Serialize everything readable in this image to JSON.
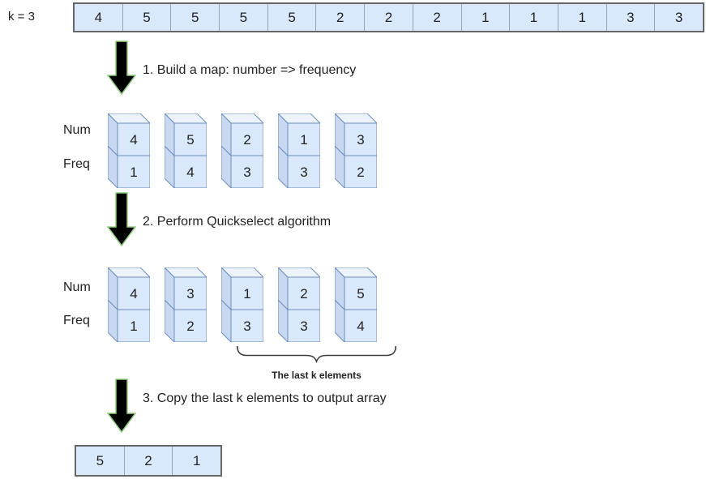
{
  "k_label": "k = 3",
  "input_array": [
    "4",
    "5",
    "5",
    "5",
    "5",
    "2",
    "2",
    "2",
    "1",
    "1",
    "1",
    "3",
    "3"
  ],
  "row_labels": {
    "num": "Num",
    "freq": "Freq"
  },
  "steps": {
    "step1": "1. Build a map: number => frequency",
    "step2": "2. Perform Quickselect algorithm",
    "step3": "3. Copy the last k elements to output array"
  },
  "map1": {
    "pairs": [
      {
        "num": "4",
        "freq": "1"
      },
      {
        "num": "5",
        "freq": "4"
      },
      {
        "num": "2",
        "freq": "3"
      },
      {
        "num": "1",
        "freq": "3"
      },
      {
        "num": "3",
        "freq": "2"
      }
    ]
  },
  "map2": {
    "pairs": [
      {
        "num": "4",
        "freq": "1"
      },
      {
        "num": "3",
        "freq": "2"
      },
      {
        "num": "1",
        "freq": "3"
      },
      {
        "num": "2",
        "freq": "3"
      },
      {
        "num": "5",
        "freq": "4"
      }
    ]
  },
  "brace_label": "The last k elements",
  "output_array": [
    "5",
    "2",
    "1"
  ],
  "colors": {
    "cell_fill": "#dae8fc",
    "cube_stroke": "#6c8ebf",
    "array_border": "#666666",
    "arrow_fill": "#000000",
    "arrow_outline": "#8fce7a"
  }
}
